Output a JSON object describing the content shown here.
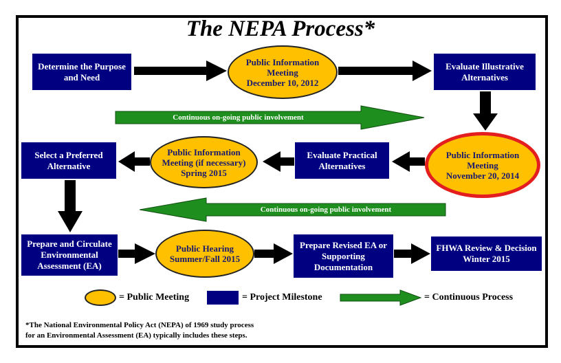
{
  "title": "The NEPA Process*",
  "milestones": {
    "purpose": "Determine the Purpose\nand Need",
    "illustrative": "Evaluate Illustrative\nAlternatives",
    "practical": "Evaluate Practical\nAlternatives",
    "preferred": "Select a Preferred\nAlternative",
    "ea": "Prepare and Circulate\nEnvironmental\nAssessment (EA)",
    "revised": "Prepare Revised EA or\nSupporting\nDocumentation",
    "fhwa": "FHWA Review & Decision\nWinter 2015"
  },
  "meetings": {
    "m2012": "Public Information\nMeeting\nDecember 10, 2012",
    "m2014": "Public Information\nMeeting\nNovember 20, 2014",
    "m2015": "Public Information\nMeeting  (if necessary)\nSpring 2015",
    "hearing": "Public Hearing\nSummer/Fall 2015"
  },
  "continuous_top": "Continuous on-going public involvement",
  "continuous_mid": "Continuous on-going public involvement",
  "legend": {
    "public_meeting": "= Public Meeting",
    "project_milestone": "= Project Milestone",
    "continuous_process": "= Continuous Process"
  },
  "footnote": "*The National Environmental Policy Act (NEPA) of 1969 study process\nfor an Environmental Assessment (EA) typically includes these steps.",
  "colors": {
    "milestone": "#000080",
    "meeting": "#ffc000",
    "highlight_ring": "#e41e1e",
    "continuous": "#1e8f1e",
    "arrow": "#000000"
  }
}
